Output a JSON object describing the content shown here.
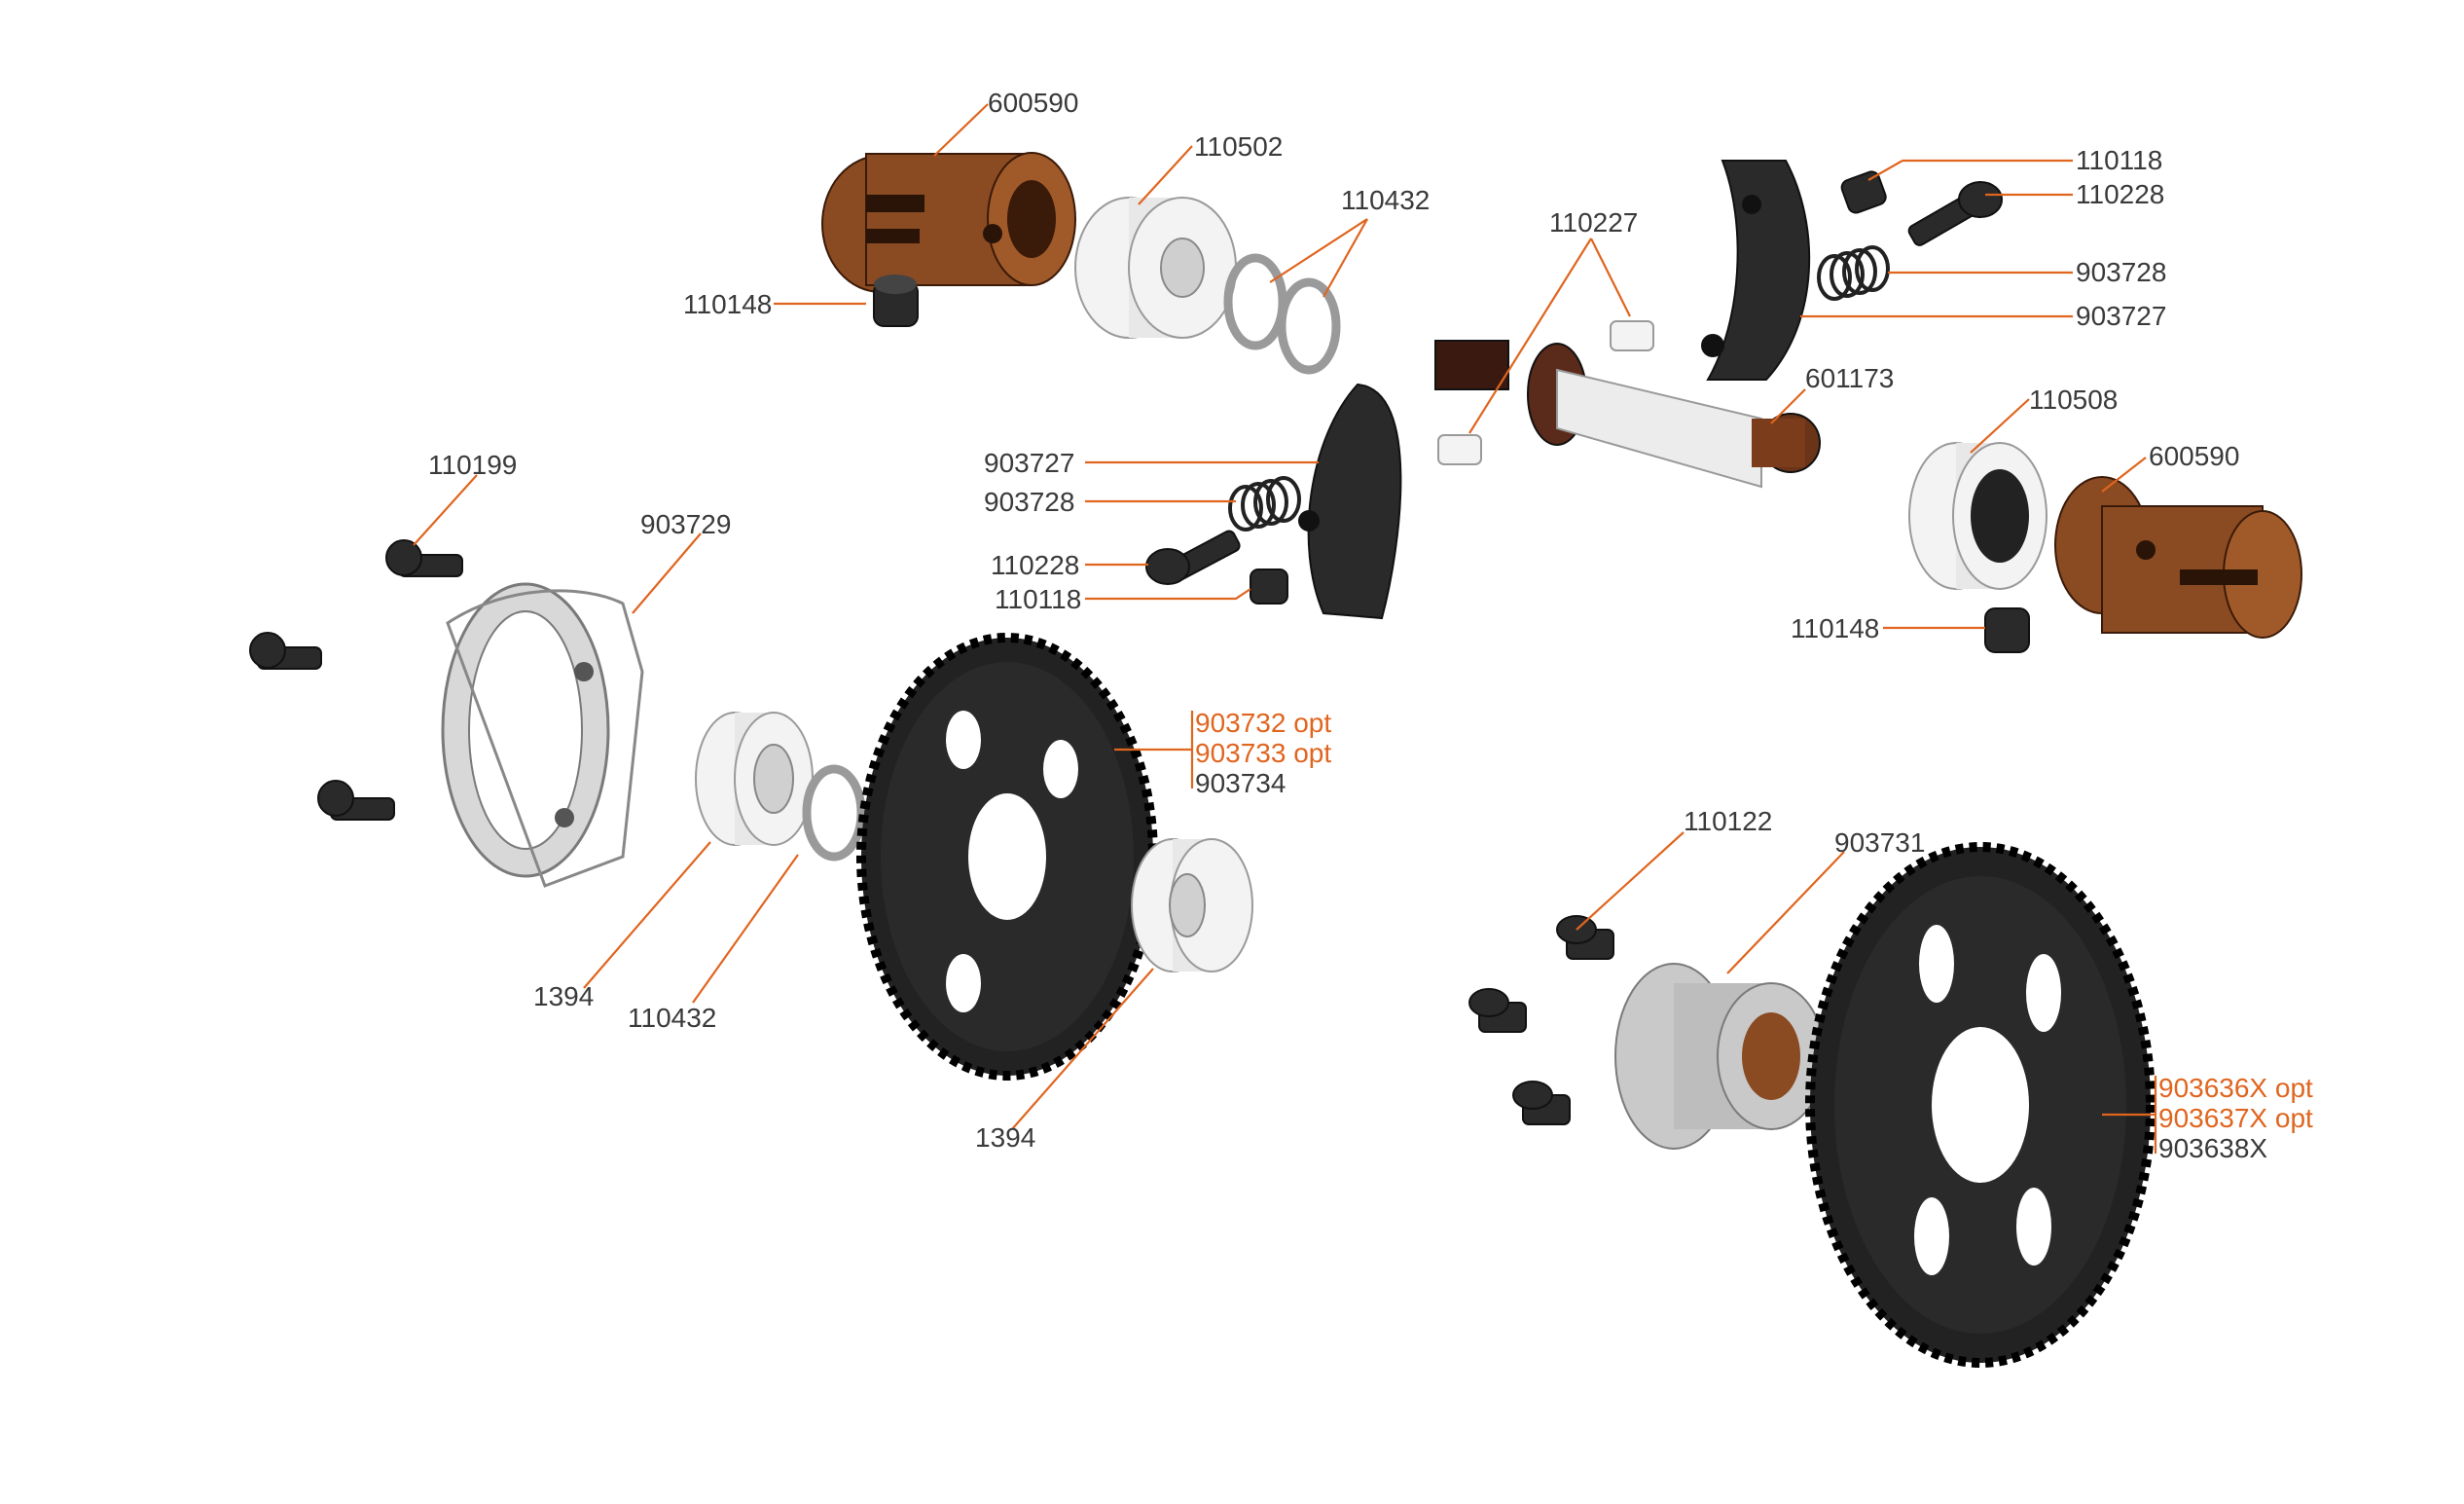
{
  "labels": {
    "cup_top_left": "600590",
    "bearing_top": "110502",
    "shim_top": "110432",
    "setscrew_top_left": "110148",
    "pins": "110227",
    "setscrew_top_right": "110118",
    "bolt_top_right": "110228",
    "spring_top_right": "903728",
    "shoe_top_right": "903727",
    "shaft": "601173",
    "bearing_right": "110508",
    "cup_right": "600590",
    "shoe_left": "903727",
    "spring_left": "903728",
    "bolt_left": "110228",
    "setscrew_left": "110118",
    "setscrew_right": "110148",
    "bolt_bell": "110199",
    "bell": "903729",
    "bearing_a": "1394",
    "shim_lower": "110432",
    "bearing_b": "1394",
    "screw_hub": "110122",
    "hub": "903731",
    "gear1_opt1": "903732 opt",
    "gear1_opt2": "903733 opt",
    "gear1_std": "903734",
    "gear2_opt1": "903636X opt",
    "gear2_opt2": "903637X opt",
    "gear2_std": "903638X"
  },
  "colors": {
    "leader": "#e0651f",
    "label": "#3a3a3a",
    "part_dark": "#2a2a2a",
    "part_bronze": "#8a4a22",
    "part_silver": "#c9c9c9"
  }
}
